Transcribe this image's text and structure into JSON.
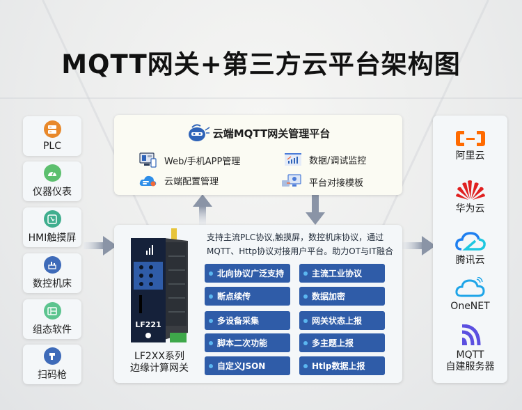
{
  "title": "MQTT网关+第三方云平台架构图",
  "devices": [
    {
      "label": "PLC",
      "icon": "server-icon",
      "color": "#e8882a"
    },
    {
      "label": "仪器仪表",
      "icon": "gauge-icon",
      "color": "#5cbf6e"
    },
    {
      "label": "HMI触摸屏",
      "icon": "touchscreen-icon",
      "color": "#3fae8e"
    },
    {
      "label": "数控机床",
      "icon": "cnc-machine-icon",
      "color": "#3e6bb9"
    },
    {
      "label": "组态软件",
      "icon": "software-icon",
      "color": "#5cc48f"
    },
    {
      "label": "扫码枪",
      "icon": "scanner-icon",
      "color": "#3e6bb9"
    }
  ],
  "cloud_platform": {
    "title": "云端MQTT网关管理平台",
    "items": [
      {
        "label": "Web/手机APP管理",
        "icon": "web-app-icon"
      },
      {
        "label": "数据/调试监控",
        "icon": "monitor-chart-icon"
      },
      {
        "label": "云端配置管理",
        "icon": "cloud-config-icon"
      },
      {
        "label": "平台对接模板",
        "icon": "platform-dock-icon"
      }
    ]
  },
  "gateway": {
    "model": "LF221",
    "series_line1": "LF2XX系列",
    "series_line2": "边缘计算网关",
    "description": "支持主流PLC协议,触摸屏，数控机床协议，通过MQTT、Http协议对接用户平台。助力OT与IT融合",
    "features_left": [
      "北向协议广泛支持",
      "断点续传",
      "多设备采集",
      "脚本二次功能",
      "自定义JSON"
    ],
    "features_right": [
      "主流工业协议",
      "数据加密",
      "网关状态上报",
      "多主题上报",
      "Htlp数据上报"
    ],
    "feature_color": "#2f5ca8"
  },
  "clouds": [
    {
      "label": "阿里云",
      "icon": "aliyun-icon",
      "color": "#ff6a00"
    },
    {
      "label": "华为云",
      "icon": "huawei-icon",
      "color": "#e02020"
    },
    {
      "label": "腾讯云",
      "icon": "tencent-cloud-icon",
      "color": "#1ea5e8"
    },
    {
      "label": "OneNET",
      "icon": "onenet-icon",
      "color": "#1ea5e8"
    },
    {
      "label_line1": "MQTT",
      "label_line2": "自建服务器",
      "icon": "mqtt-icon",
      "color": "#5b4fe0"
    }
  ]
}
